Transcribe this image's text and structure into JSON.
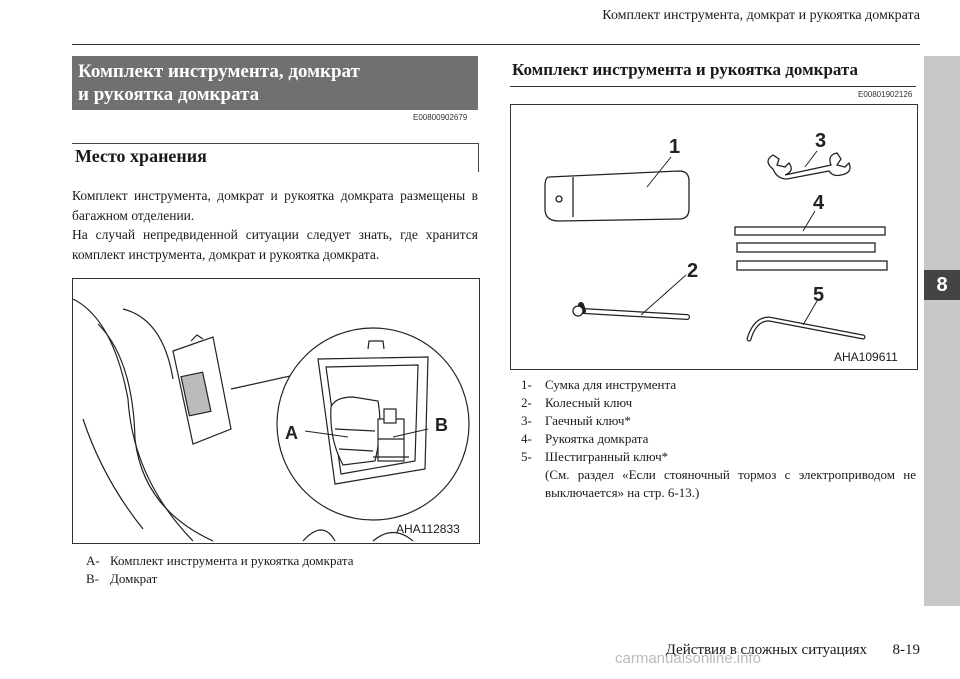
{
  "running_head": "Комплект инструмента, домкрат и рукоятка домкрата",
  "chapter_number": "8",
  "left": {
    "section_title_line1": "Комплект инструмента, домкрат",
    "section_title_line2": "и рукоятка домкрата",
    "section_code": "E00800902679",
    "subheading": "Место хранения",
    "paragraph1": "Комплект инструмента, домкрат и рукоятка домкрата размещены в багажном отделении.",
    "paragraph2": "На случай непредвиденной ситуации следует знать, где хранится комплект инструмента, домкрат и рукоятка домкрата.",
    "figure_code": "AHA112833",
    "figure_label_a": "A",
    "figure_label_b": "B",
    "legend": [
      {
        "key": "A-",
        "text": "Комплект инструмента и рукоятка домкрата"
      },
      {
        "key": "B-",
        "text": "Домкрат"
      }
    ]
  },
  "right": {
    "section_title": "Комплект инструмента и рукоятка домкрата",
    "section_code": "E00801902126",
    "figure_code": "AHA109611",
    "figure_labels": [
      "1",
      "2",
      "3",
      "4",
      "5"
    ],
    "legend": [
      {
        "key": "1-",
        "text": "Сумка для инструмента"
      },
      {
        "key": "2-",
        "text": "Колесный ключ"
      },
      {
        "key": "3-",
        "text": "Гаечный ключ*"
      },
      {
        "key": "4-",
        "text": "Рукоятка домкрата"
      },
      {
        "key": "5-",
        "text": "Шестигранный ключ*"
      }
    ],
    "note": "(См. раздел «Если стояночный тормоз с электроприводом не выключается» на стр. 6-13.)"
  },
  "footer": {
    "section": "Действия в сложных ситуациях",
    "page": "8-19"
  },
  "watermark": "carmanualsonline.info"
}
